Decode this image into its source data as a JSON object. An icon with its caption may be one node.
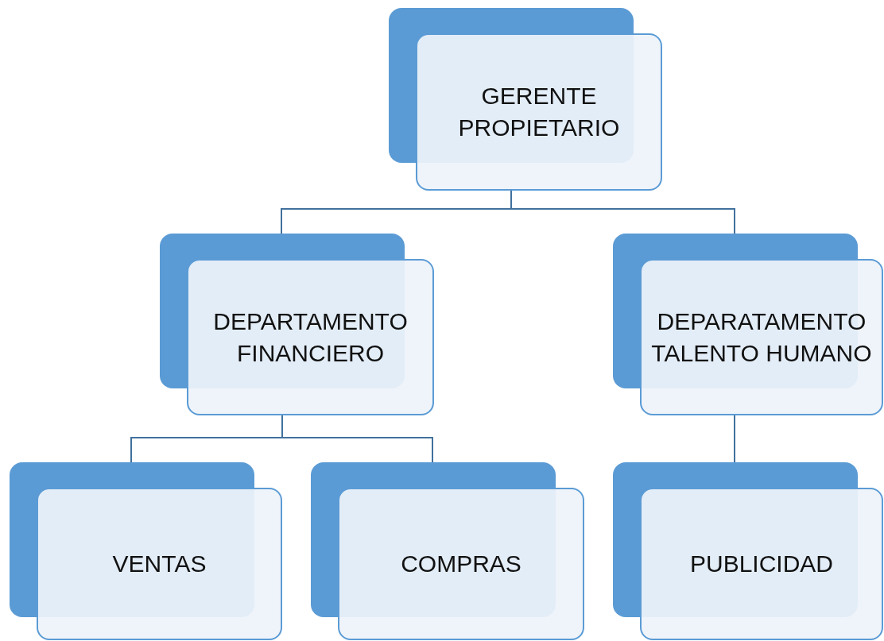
{
  "diagram": {
    "nodes": [
      {
        "text": [
          "GERENTE PROPIETARIO"
        ]
      },
      {
        "text": [
          "DEPARTAMENTO FINANCIERO"
        ]
      },
      {
        "text": [
          "DEPARATAMENTO TALENTO HUMANO"
        ]
      },
      {
        "text": [
          "VENTAS"
        ]
      },
      {
        "text": [
          "COMPRAS"
        ]
      },
      {
        "text": [
          "PUBLICIDAD"
        ]
      }
    ],
    "edges": [
      {
        "from": 0,
        "to": 1,
        "arrow": "none"
      },
      {
        "from": 0,
        "to": 2,
        "arrow": "none"
      },
      {
        "from": 1,
        "to": 3,
        "arrow": "none"
      },
      {
        "from": 1,
        "to": 4,
        "arrow": "none"
      },
      {
        "from": 2,
        "to": 5,
        "arrow": "none"
      }
    ]
  }
}
